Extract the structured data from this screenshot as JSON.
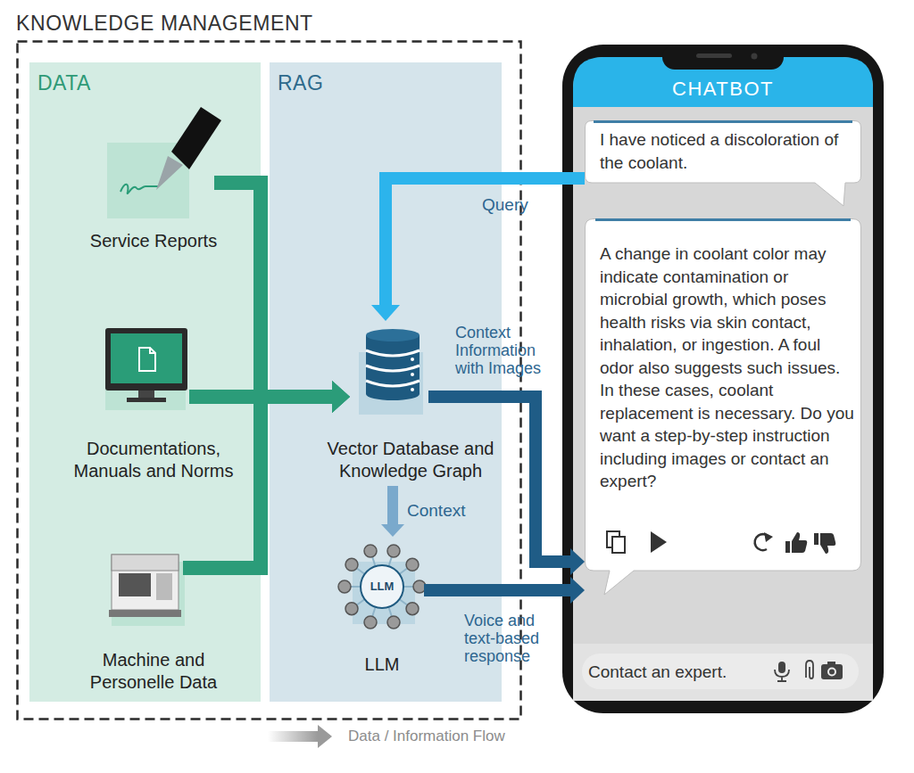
{
  "diagram": {
    "nodes": [
      {
        "text": [
          "KNOWLEDGE MANAGEMENT"
        ]
      },
      {
        "text": [
          "DATA"
        ],
        "in": 0
      },
      {
        "text": [
          "Service Reports"
        ],
        "in": 1
      },
      {
        "text": [
          "Documentations, Manuals and Norms"
        ],
        "in": 1
      },
      {
        "text": [
          "Machine and Personelle Data"
        ],
        "in": 1
      },
      {
        "text": [
          "RAG"
        ],
        "in": 0
      },
      {
        "text": [
          "Vector Database and Knowledge Graph"
        ],
        "in": 5
      },
      {
        "text": [
          "LLM"
        ],
        "in": 5
      },
      {
        "text": [
          "CHATBOT"
        ]
      },
      {
        "text": [
          "I have noticed a discoloration of the coolant."
        ],
        "in": 8
      },
      {
        "text": [
          "A change in coolant color may indicate contamination or microbial growth, which poses health risks via skin contact, inhalation, or ingestion. A foul odor also suggests such issues. In these cases, coolant replacement is necessary. Do you want a step-by-step instruction including images or contact an expert?"
        ],
        "in": 8
      },
      {
        "text": [
          "Contact an expert."
        ],
        "in": 8
      }
    ],
    "edges": [
      {
        "from": 2,
        "to": 6,
        "arrow": "to"
      },
      {
        "from": 3,
        "to": 6,
        "arrow": "to"
      },
      {
        "from": 4,
        "to": 6,
        "arrow": "to"
      },
      {
        "from": 9,
        "to": 6,
        "label": "Query",
        "arrow": "to"
      },
      {
        "from": 6,
        "to": 7,
        "label": "Context",
        "arrow": "to"
      },
      {
        "from": 6,
        "to": 10,
        "label": "Context Information with Images",
        "arrow": "to"
      },
      {
        "from": 7,
        "to": 10,
        "label": "Voice and text-based response",
        "arrow": "to"
      }
    ],
    "labels": [
      "LLM"
    ],
    "legend": [
      {
        "text": "Data / Information Flow"
      }
    ]
  }
}
